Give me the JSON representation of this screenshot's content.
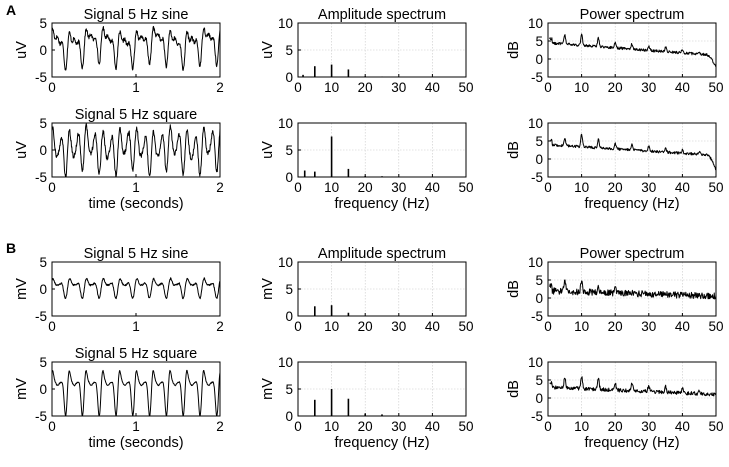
{
  "panels": [
    {
      "label": "A",
      "source": "uV"
    },
    {
      "label": "B",
      "source": "mV"
    }
  ],
  "chart_data": [
    {
      "id": "A-r1-signal",
      "type": "line",
      "title": "Signal 5 Hz sine",
      "xlabel": "",
      "ylabel": "uV",
      "xlim": [
        0,
        2
      ],
      "ylim": [
        -5,
        5
      ],
      "xticks": [
        0,
        1,
        2
      ],
      "yticks": [
        -5,
        0,
        5
      ],
      "grid": false,
      "signal": {
        "components": [
          {
            "freq": 5,
            "amp": 2.0
          },
          {
            "freq": 10,
            "amp": 1.5
          },
          {
            "freq": 15,
            "amp": 1.0
          },
          {
            "freq": 1.5,
            "amp": 0.5
          }
        ],
        "offset": 1.2,
        "noise": 0.35
      }
    },
    {
      "id": "A-r1-amp",
      "type": "bar",
      "title": "Amplitude spectrum",
      "xlabel": "",
      "ylabel": "uV",
      "xlim": [
        0,
        50
      ],
      "ylim": [
        0,
        10
      ],
      "xticks": [
        0,
        10,
        20,
        30,
        40,
        50
      ],
      "yticks": [
        0,
        5,
        10
      ],
      "grid": true,
      "x": [
        1.5,
        5,
        10,
        15,
        20,
        25
      ],
      "values": [
        0.4,
        2.0,
        2.3,
        1.4,
        0.15,
        0.1
      ]
    },
    {
      "id": "A-r1-pow",
      "type": "line",
      "title": "Power spectrum",
      "xlabel": "",
      "ylabel": "dB",
      "xlim": [
        0,
        50
      ],
      "ylim": [
        -5,
        10
      ],
      "xticks": [
        0,
        10,
        20,
        30,
        40,
        50
      ],
      "yticks": [
        -5,
        0,
        5,
        10
      ],
      "grid": true,
      "spectrum": {
        "base_start": 4.5,
        "base_end": 1.0,
        "peaks": [
          {
            "freq": 5,
            "height": 2.5
          },
          {
            "freq": 10,
            "height": 3.0
          },
          {
            "freq": 15,
            "height": 2.5
          },
          {
            "freq": 20,
            "height": 1.5
          },
          {
            "freq": 25,
            "height": 1.5
          },
          {
            "freq": 30,
            "height": 1.2
          },
          {
            "freq": 35,
            "height": 1.2
          },
          {
            "freq": 40,
            "height": 1.0
          },
          {
            "freq": 45,
            "height": 0.8
          }
        ],
        "rolloff": 3.5,
        "noise": 0.35
      }
    },
    {
      "id": "A-r2-signal",
      "type": "line",
      "title": "Signal 5 Hz square",
      "xlabel": "time (seconds)",
      "ylabel": "uV",
      "xlim": [
        0,
        2
      ],
      "ylim": [
        -5,
        5
      ],
      "xticks": [
        0,
        1,
        2
      ],
      "yticks": [
        -5,
        0,
        5
      ],
      "grid": false,
      "signal": {
        "components": [
          {
            "freq": 5,
            "amp": 1.0
          },
          {
            "freq": 10,
            "amp": 3.0
          },
          {
            "freq": 15,
            "amp": 0.8
          },
          {
            "freq": 2,
            "amp": 0.5
          }
        ],
        "offset": 0.3,
        "noise": 0.45
      }
    },
    {
      "id": "A-r2-amp",
      "type": "bar",
      "title": "",
      "xlabel": "frequency (Hz)",
      "ylabel": "uV",
      "xlim": [
        0,
        50
      ],
      "ylim": [
        0,
        10
      ],
      "xticks": [
        0,
        10,
        20,
        30,
        40,
        50
      ],
      "yticks": [
        0,
        5,
        10
      ],
      "grid": true,
      "x": [
        2,
        5,
        10,
        15,
        20,
        25
      ],
      "values": [
        1.2,
        1.0,
        7.5,
        1.5,
        0.2,
        0.15
      ]
    },
    {
      "id": "A-r2-pow",
      "type": "line",
      "title": "",
      "xlabel": "frequency (Hz)",
      "ylabel": "dB",
      "xlim": [
        0,
        50
      ],
      "ylim": [
        -5,
        10
      ],
      "xticks": [
        0,
        10,
        20,
        30,
        40,
        50
      ],
      "yticks": [
        -5,
        0,
        5,
        10
      ],
      "grid": true,
      "spectrum": {
        "base_start": 4.0,
        "base_end": 1.0,
        "peaks": [
          {
            "freq": 5,
            "height": 2.0
          },
          {
            "freq": 10,
            "height": 3.5
          },
          {
            "freq": 15,
            "height": 2.5
          },
          {
            "freq": 20,
            "height": 1.5
          },
          {
            "freq": 25,
            "height": 1.5
          },
          {
            "freq": 30,
            "height": 1.2
          },
          {
            "freq": 35,
            "height": 1.0
          },
          {
            "freq": 40,
            "height": 0.8
          },
          {
            "freq": 45,
            "height": 0.7
          }
        ],
        "rolloff": 4.0,
        "noise": 0.35
      }
    },
    {
      "id": "B-r1-signal",
      "type": "line",
      "title": "Signal 5 Hz sine",
      "xlabel": "",
      "ylabel": "mV",
      "xlim": [
        0,
        2
      ],
      "ylim": [
        -5,
        5
      ],
      "xticks": [
        0,
        1,
        2
      ],
      "yticks": [
        -5,
        0,
        5
      ],
      "grid": false,
      "signal": {
        "components": [
          {
            "freq": 5,
            "amp": 1.0
          },
          {
            "freq": 10,
            "amp": 1.0
          },
          {
            "freq": 15,
            "amp": 0.3
          }
        ],
        "offset": 0.5,
        "noise": 0.15
      }
    },
    {
      "id": "B-r1-amp",
      "type": "bar",
      "title": "Amplitude spectrum",
      "xlabel": "",
      "ylabel": "mV",
      "xlim": [
        0,
        50
      ],
      "ylim": [
        0,
        10
      ],
      "xticks": [
        0,
        10,
        20,
        30,
        40,
        50
      ],
      "yticks": [
        0,
        5,
        10
      ],
      "grid": true,
      "x": [
        5,
        10,
        15
      ],
      "values": [
        1.8,
        2.0,
        0.6
      ]
    },
    {
      "id": "B-r1-pow",
      "type": "line",
      "title": "Power spectrum",
      "xlabel": "",
      "ylabel": "dB",
      "xlim": [
        0,
        50
      ],
      "ylim": [
        -5,
        10
      ],
      "xticks": [
        0,
        10,
        20,
        30,
        40,
        50
      ],
      "yticks": [
        -5,
        0,
        5,
        10
      ],
      "grid": true,
      "spectrum": {
        "base_start": 2.0,
        "base_end": 0.5,
        "peaks": [
          {
            "freq": 5,
            "height": 3.5
          },
          {
            "freq": 10,
            "height": 3.5
          },
          {
            "freq": 15,
            "height": 2.0
          },
          {
            "freq": 20,
            "height": 1.0
          }
        ],
        "rolloff": 0.0,
        "noise": 0.9
      }
    },
    {
      "id": "B-r2-signal",
      "type": "line",
      "title": "Signal 5 Hz square",
      "xlabel": "time (seconds)",
      "ylabel": "mV",
      "xlim": [
        0,
        2
      ],
      "ylim": [
        -5,
        5
      ],
      "xticks": [
        0,
        1,
        2
      ],
      "yticks": [
        -5,
        0,
        5
      ],
      "grid": false,
      "signal": {
        "components": [
          {
            "freq": 5,
            "amp": 2.0
          },
          {
            "freq": 10,
            "amp": 2.2
          },
          {
            "freq": 15,
            "amp": 1.0
          },
          {
            "freq": 20,
            "amp": 0.3
          }
        ],
        "offset": 0.3,
        "noise": 0.1
      }
    },
    {
      "id": "B-r2-amp",
      "type": "bar",
      "title": "",
      "xlabel": "frequency (Hz)",
      "ylabel": "mV",
      "xlim": [
        0,
        50
      ],
      "ylim": [
        0,
        10
      ],
      "xticks": [
        0,
        10,
        20,
        30,
        40,
        50
      ],
      "yticks": [
        0,
        5,
        10
      ],
      "grid": true,
      "x": [
        5,
        10,
        15,
        20,
        25
      ],
      "values": [
        3.0,
        5.0,
        3.2,
        0.4,
        0.3
      ]
    },
    {
      "id": "B-r2-pow",
      "type": "line",
      "title": "",
      "xlabel": "frequency (Hz)",
      "ylabel": "dB",
      "xlim": [
        0,
        50
      ],
      "ylim": [
        -5,
        10
      ],
      "xticks": [
        0,
        10,
        20,
        30,
        40,
        50
      ],
      "yticks": [
        -5,
        0,
        5,
        10
      ],
      "grid": true,
      "spectrum": {
        "base_start": 3.0,
        "base_end": 1.0,
        "peaks": [
          {
            "freq": 5,
            "height": 3.0
          },
          {
            "freq": 10,
            "height": 3.5
          },
          {
            "freq": 15,
            "height": 3.0
          },
          {
            "freq": 20,
            "height": 2.0
          },
          {
            "freq": 25,
            "height": 2.0
          },
          {
            "freq": 30,
            "height": 1.5
          },
          {
            "freq": 35,
            "height": 1.5
          },
          {
            "freq": 40,
            "height": 1.2
          },
          {
            "freq": 45,
            "height": 1.0
          }
        ],
        "rolloff": 0.0,
        "noise": 0.5
      }
    }
  ]
}
